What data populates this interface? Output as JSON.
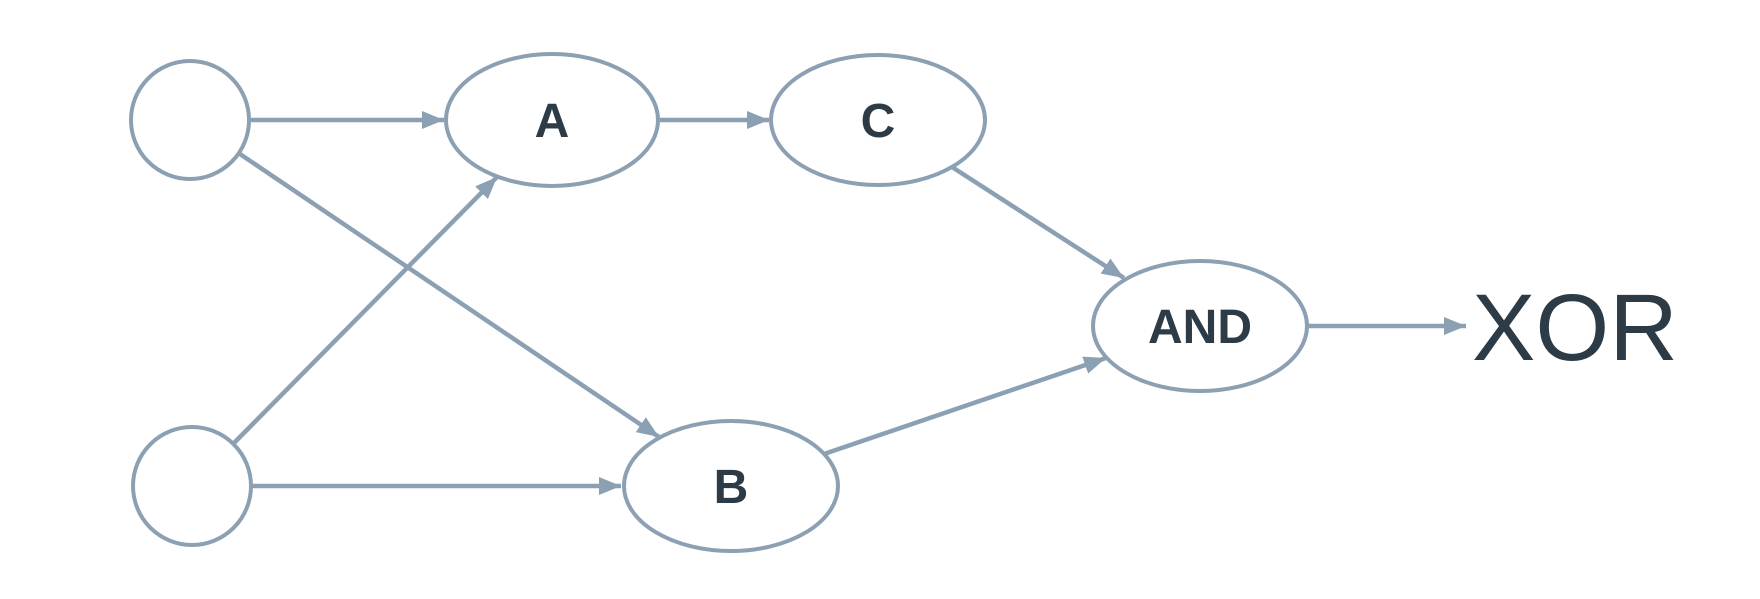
{
  "diagram": {
    "type": "network-graph",
    "output_label": "XOR",
    "nodes": [
      {
        "id": "input1",
        "label": "",
        "shape": "circle"
      },
      {
        "id": "input2",
        "label": "",
        "shape": "circle"
      },
      {
        "id": "A",
        "label": "A",
        "shape": "ellipse"
      },
      {
        "id": "B",
        "label": "B",
        "shape": "ellipse"
      },
      {
        "id": "C",
        "label": "C",
        "shape": "ellipse"
      },
      {
        "id": "AND",
        "label": "AND",
        "shape": "ellipse"
      }
    ],
    "edges": [
      {
        "from": "input1",
        "to": "A"
      },
      {
        "from": "input1",
        "to": "B"
      },
      {
        "from": "input2",
        "to": "A"
      },
      {
        "from": "input2",
        "to": "B"
      },
      {
        "from": "A",
        "to": "C"
      },
      {
        "from": "C",
        "to": "AND"
      },
      {
        "from": "B",
        "to": "AND"
      },
      {
        "from": "AND",
        "to": "XOR"
      }
    ],
    "colors": {
      "stroke": "#8CA0B3",
      "label": "#2D3B47",
      "node_fill": "#FFFFFF",
      "background": "#FFFFFF"
    }
  }
}
